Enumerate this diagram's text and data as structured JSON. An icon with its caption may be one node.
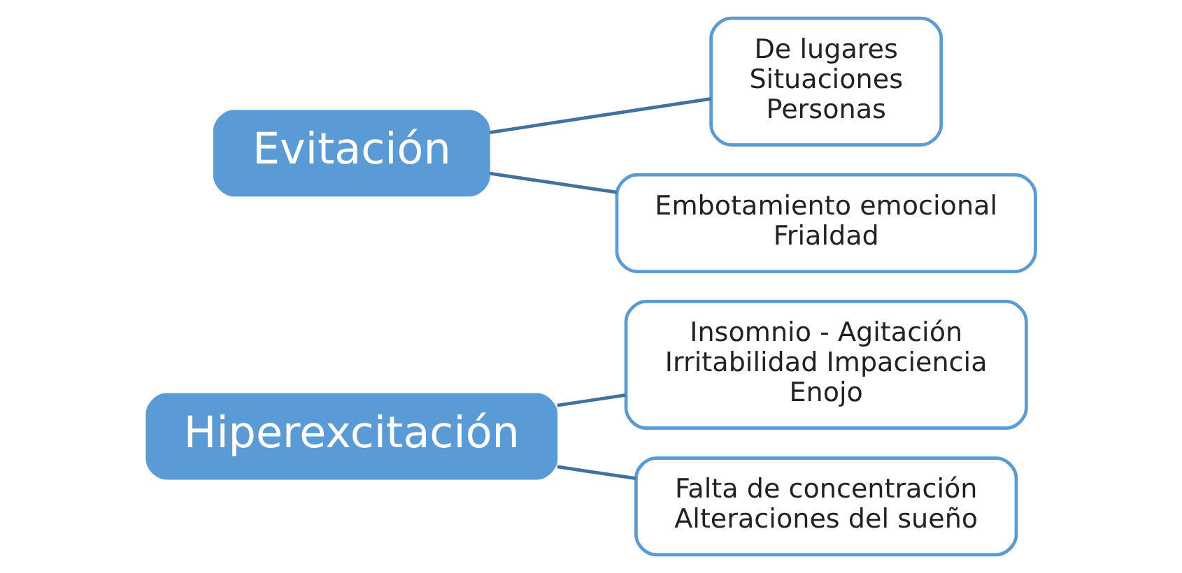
{
  "diagram": {
    "nodes": [
      {
        "text": [
          "Hiperexcitación"
        ]
      },
      {
        "text": [
          "Insomnio - Agitación",
          "Irritabilidad Impaciencia",
          "Enojo"
        ]
      },
      {
        "text": [
          "Falta de concentración",
          "Alteraciones del sueño"
        ]
      },
      {
        "text": [
          "Evitación"
        ]
      },
      {
        "text": [
          "De lugares",
          "Situaciones",
          "Personas"
        ]
      },
      {
        "text": [
          "Embotamiento emocional",
          "Frialdad"
        ]
      }
    ],
    "edges": [
      {
        "from": 0,
        "to": 1,
        "arrow": "none"
      },
      {
        "from": 0,
        "to": 2,
        "arrow": "none"
      },
      {
        "from": 3,
        "to": 4,
        "arrow": "none"
      },
      {
        "from": 3,
        "to": 5,
        "arrow": "none"
      }
    ]
  }
}
